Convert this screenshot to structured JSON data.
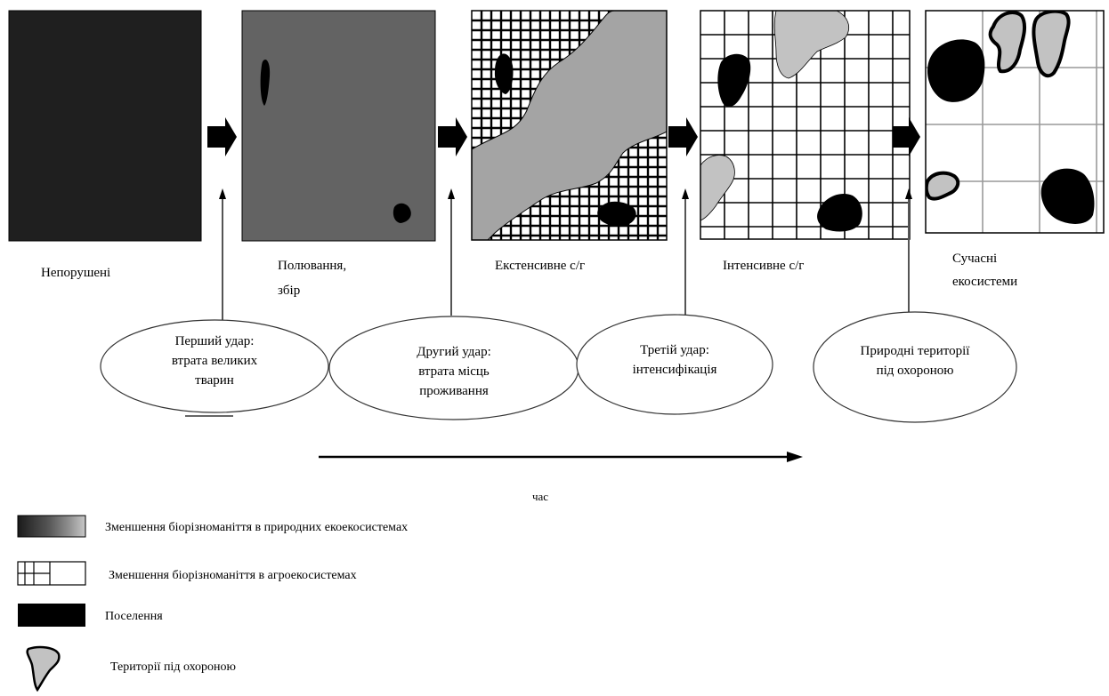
{
  "stages": [
    {
      "label_lines": [
        "Непорушені"
      ]
    },
    {
      "label_lines": [
        "Полювання,",
        "збір"
      ]
    },
    {
      "label_lines": [
        "Екстенсивне с/г"
      ]
    },
    {
      "label_lines": [
        "Інтенсивне с/г"
      ]
    },
    {
      "label_lines": [
        "Сучасні",
        "екосистеми"
      ]
    }
  ],
  "impacts": [
    {
      "lines": [
        "Перший удар:",
        "втрата великих",
        "тварин"
      ]
    },
    {
      "lines": [
        "Другий удар:",
        "втрата місць",
        "проживання"
      ]
    },
    {
      "lines": [
        "Третій удар:",
        "інтенсифікація"
      ]
    },
    {
      "lines": [
        "Природні території",
        "під охороною"
      ]
    }
  ],
  "time_label": "час",
  "legend": [
    {
      "icon": "gradient-swatch",
      "label": "Зменшення біорізноманіття в природних екоекосистемах"
    },
    {
      "icon": "grid-swatch",
      "label": "Зменшення біорізноманіття в агроекосистемах"
    },
    {
      "icon": "black-swatch",
      "label": "Поселення"
    },
    {
      "icon": "protected-area-shape",
      "label": "Території під охороною"
    }
  ],
  "colors": {
    "undisturbed": "#1f1f1f",
    "hunting": "#636363",
    "natural_area": "#a4a4a4",
    "settlement": "#000000",
    "protected_fill": "#c2c2c2",
    "arrow": "#000000"
  }
}
